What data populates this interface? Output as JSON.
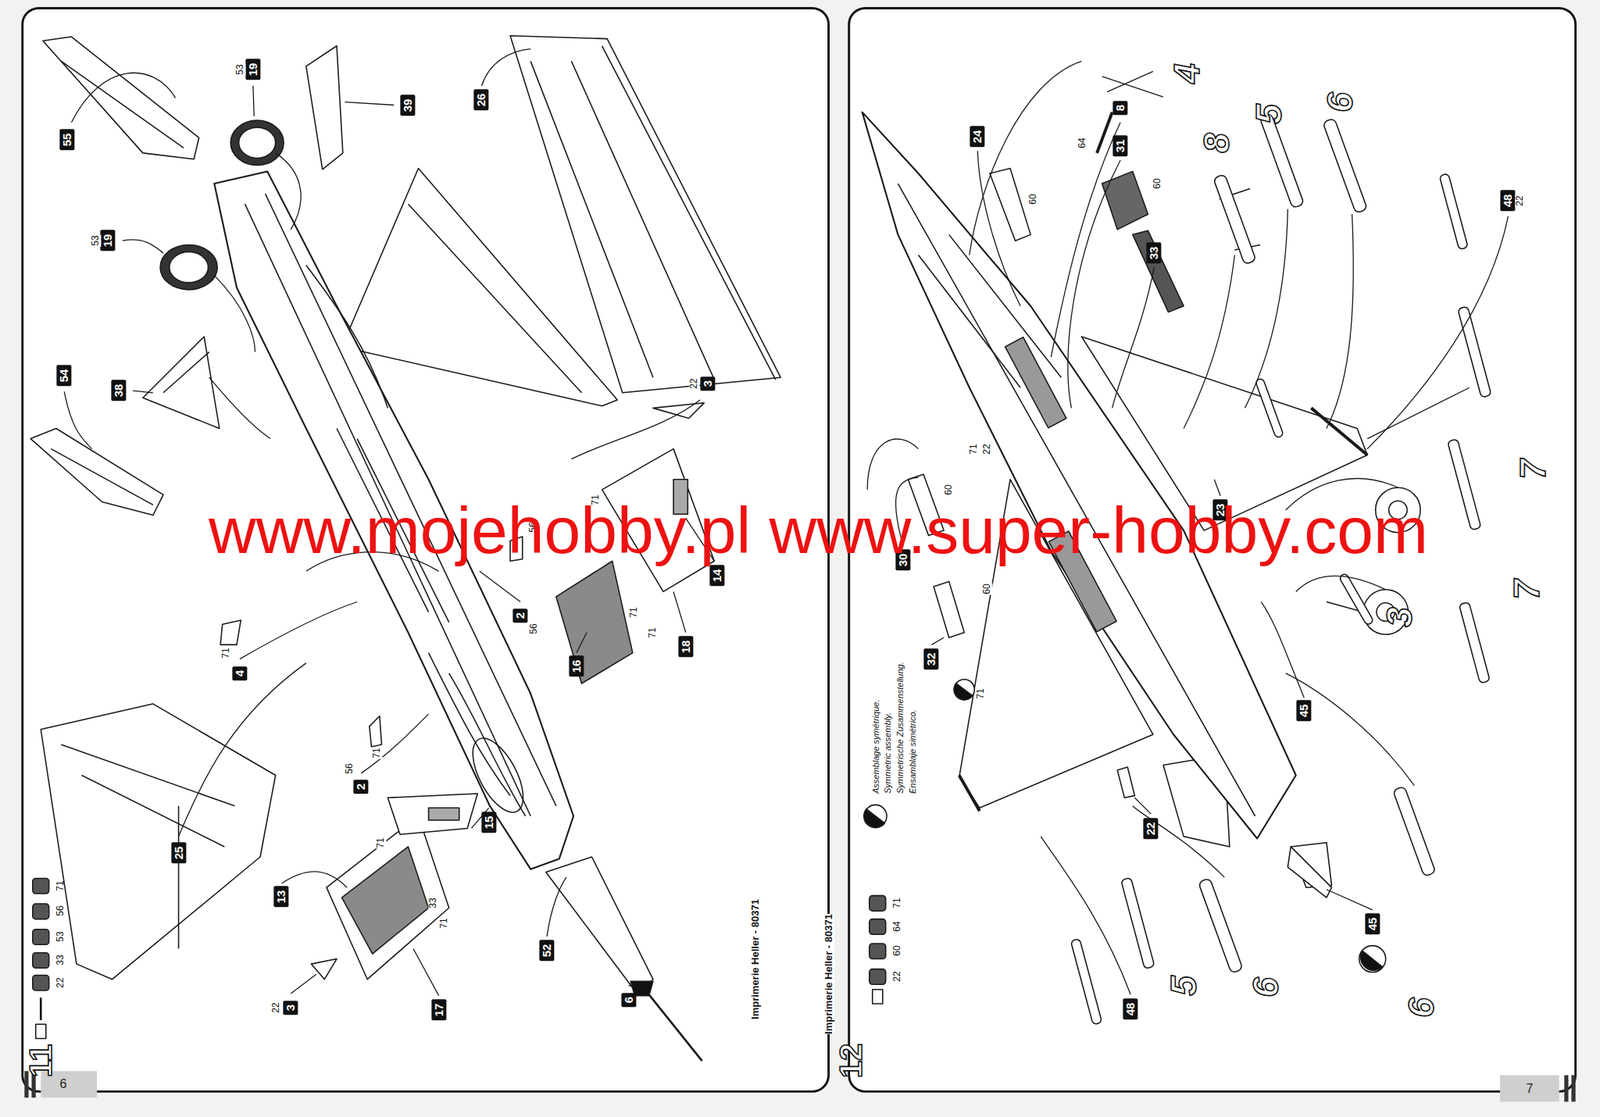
{
  "diagram": {
    "nodes": [
      {
        "text": [
          "55"
        ]
      },
      {
        "text": [
          "19"
        ]
      },
      {
        "text": [
          "39"
        ]
      },
      {
        "text": [
          "26"
        ]
      },
      {
        "text": [
          "19"
        ]
      },
      {
        "text": [
          "38"
        ]
      },
      {
        "text": [
          "54"
        ]
      },
      {
        "text": [
          "3"
        ]
      },
      {
        "text": [
          "2"
        ]
      },
      {
        "text": [
          "14"
        ]
      },
      {
        "text": [
          "18"
        ]
      },
      {
        "text": [
          "16"
        ]
      },
      {
        "text": [
          "4"
        ]
      },
      {
        "text": [
          "2"
        ]
      },
      {
        "text": [
          "15"
        ]
      },
      {
        "text": [
          "25"
        ]
      },
      {
        "text": [
          "13"
        ]
      },
      {
        "text": [
          "17"
        ]
      },
      {
        "text": [
          "3"
        ]
      },
      {
        "text": [
          "52"
        ]
      },
      {
        "text": [
          "6"
        ]
      },
      {
        "text": [
          "24"
        ]
      },
      {
        "text": [
          "8"
        ]
      },
      {
        "text": [
          "31"
        ]
      },
      {
        "text": [
          "33"
        ]
      },
      {
        "text": [
          "48"
        ]
      },
      {
        "text": [
          "30"
        ]
      },
      {
        "text": [
          "23"
        ]
      },
      {
        "text": [
          "32"
        ]
      },
      {
        "text": [
          "45"
        ]
      },
      {
        "text": [
          "22"
        ]
      },
      {
        "text": [
          "45"
        ]
      },
      {
        "text": [
          "48"
        ]
      }
    ],
    "labels": [
      "53",
      "53",
      "22",
      "56",
      "56",
      "71",
      "71",
      "71",
      "71",
      "56",
      "71",
      "71",
      "33",
      "71",
      "22",
      "Imprimerie Heller - 80371",
      "11",
      "6",
      "4",
      "5",
      "6",
      "8",
      "7",
      "7",
      "3",
      "6",
      "5",
      "6",
      "64",
      "60",
      "60",
      "22",
      "71",
      "22",
      "60",
      "60",
      "71",
      "Assemblage symétrique.",
      "Symmetric assembly.",
      "Symmetrische Zusammenstellung.",
      "Ensamblaje simétrico.",
      "Imprimerie Heller - 80371",
      "12",
      "7",
      "www.mojehobby.pl www.super-hobby.com"
    ],
    "legend": [
      {
        "text": "71"
      },
      {
        "text": "56"
      },
      {
        "text": "53"
      },
      {
        "text": "33"
      },
      {
        "text": "22"
      },
      {
        "text": "71"
      },
      {
        "text": "64"
      },
      {
        "text": "60"
      },
      {
        "text": "22"
      }
    ]
  }
}
